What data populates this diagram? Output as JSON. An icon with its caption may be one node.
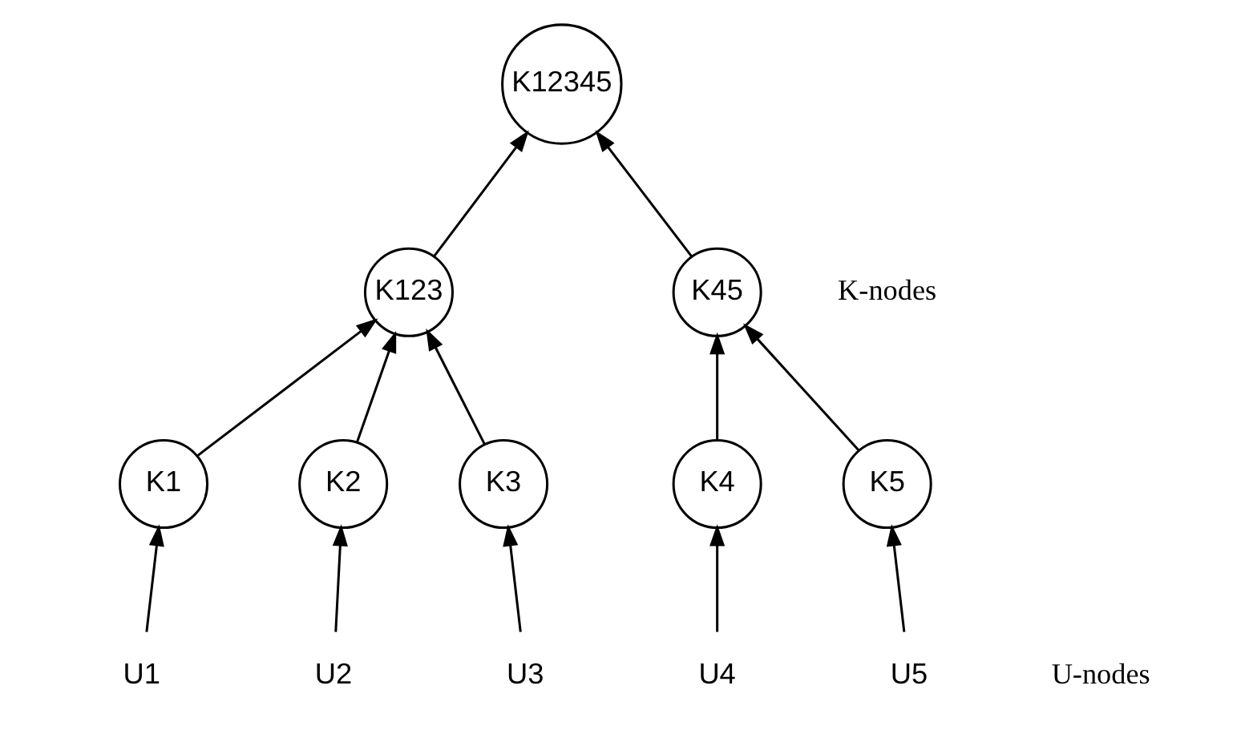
{
  "diagram": {
    "nodes": [
      {
        "text": [
          "K12345"
        ]
      },
      {
        "text": [
          "K123"
        ]
      },
      {
        "text": [
          "K45"
        ]
      },
      {
        "text": [
          "K1"
        ]
      },
      {
        "text": [
          "K2"
        ]
      },
      {
        "text": [
          "K3"
        ]
      },
      {
        "text": [
          "K4"
        ]
      },
      {
        "text": [
          "K5"
        ]
      },
      {
        "text": [
          "U1"
        ]
      },
      {
        "text": [
          "U2"
        ]
      },
      {
        "text": [
          "U3"
        ]
      },
      {
        "text": [
          "U4"
        ]
      },
      {
        "text": [
          "U5"
        ]
      }
    ],
    "edges": [
      {
        "from": 8,
        "to": 3,
        "arrow": "to"
      },
      {
        "from": 9,
        "to": 4,
        "arrow": "to"
      },
      {
        "from": 10,
        "to": 5,
        "arrow": "to"
      },
      {
        "from": 11,
        "to": 6,
        "arrow": "to"
      },
      {
        "from": 12,
        "to": 7,
        "arrow": "to"
      },
      {
        "from": 3,
        "to": 1,
        "arrow": "to"
      },
      {
        "from": 4,
        "to": 1,
        "arrow": "to"
      },
      {
        "from": 5,
        "to": 1,
        "arrow": "to"
      },
      {
        "from": 6,
        "to": 2,
        "arrow": "to"
      },
      {
        "from": 7,
        "to": 2,
        "arrow": "to"
      },
      {
        "from": 1,
        "to": 0,
        "arrow": "to"
      },
      {
        "from": 2,
        "to": 0,
        "arrow": "to"
      }
    ],
    "labels": [
      "K-nodes",
      "U-nodes"
    ]
  }
}
